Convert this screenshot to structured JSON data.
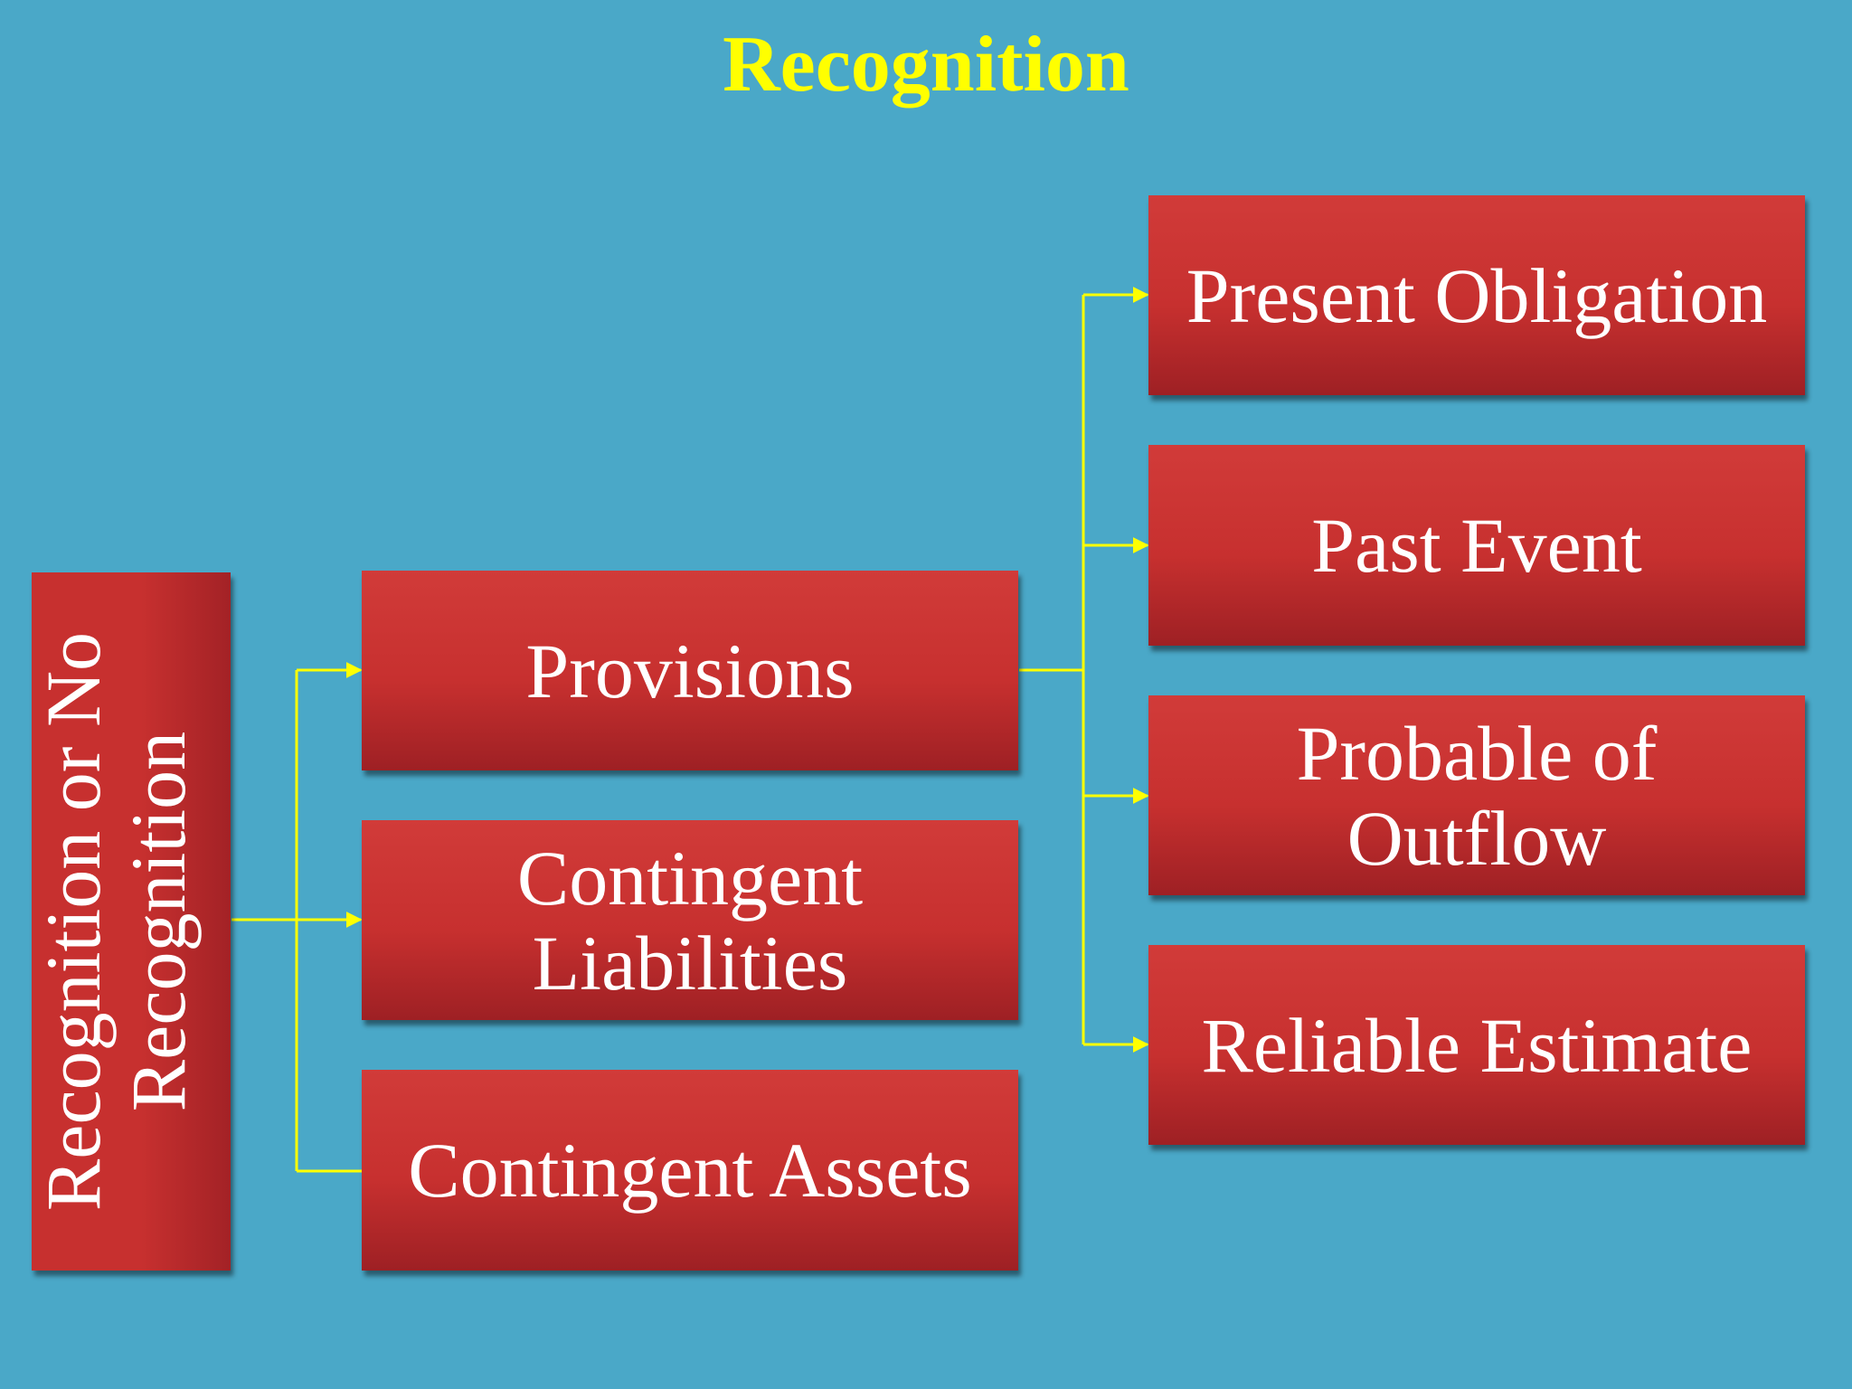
{
  "title": "Recognition",
  "root": {
    "line1": "Recognition or No",
    "line2": "Recognition"
  },
  "level2": [
    {
      "lines": [
        "Provisions"
      ]
    },
    {
      "lines": [
        "Contingent",
        "Liabilities"
      ]
    },
    {
      "lines": [
        "Contingent Assets"
      ]
    }
  ],
  "level3": [
    {
      "lines": [
        "Present Obligation"
      ]
    },
    {
      "lines": [
        "Past Event"
      ]
    },
    {
      "lines": [
        "Probable of",
        "Outflow"
      ]
    },
    {
      "lines": [
        "Reliable Estimate"
      ]
    }
  ],
  "colors": {
    "background": "#4aa8c8",
    "title": "#ffff00",
    "box": "#c7302f",
    "connector": "#ffff00",
    "text": "#ffffff"
  }
}
